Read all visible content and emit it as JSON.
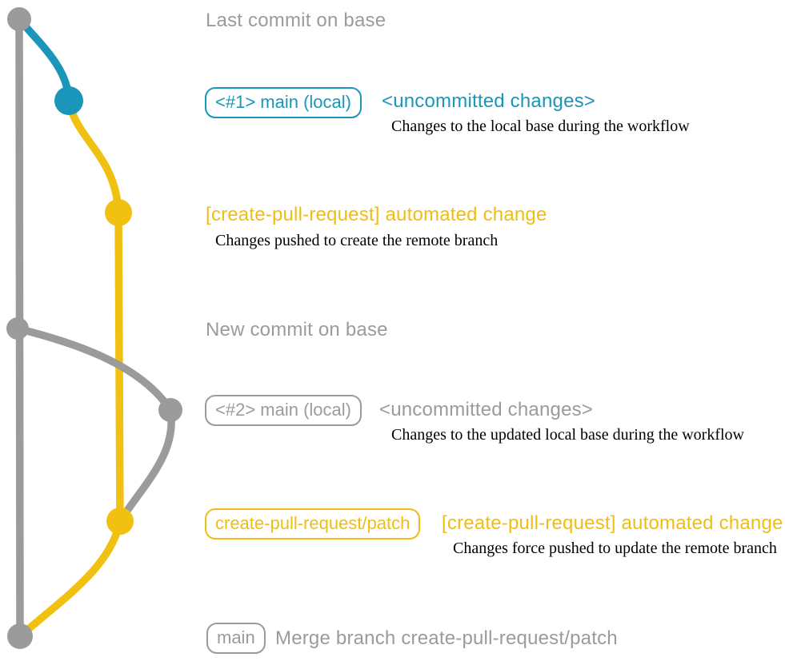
{
  "colors": {
    "teal": "#1996BA",
    "gold_text": "#F0BD15",
    "gold_line": "#F0C110",
    "gray": "#9B9B9B",
    "ink": "#000000",
    "bg": "#FFFFFF"
  },
  "graph": {
    "branches": [
      {
        "name": "base",
        "color": "gray"
      },
      {
        "name": "main-local-1",
        "color": "teal"
      },
      {
        "name": "create-pull-request-patch",
        "color": "gold"
      }
    ],
    "commits": [
      {
        "id": "last-commit-on-base",
        "color": "gray"
      },
      {
        "id": "main-local-1-uncommitted",
        "color": "teal"
      },
      {
        "id": "automated-change-1",
        "color": "gold"
      },
      {
        "id": "new-commit-on-base",
        "color": "gray"
      },
      {
        "id": "main-local-2-uncommitted",
        "color": "gray"
      },
      {
        "id": "automated-change-2",
        "color": "gold"
      },
      {
        "id": "merge-commit",
        "color": "gray"
      }
    ]
  },
  "annotations": {
    "row1": {
      "label": "Last commit on base"
    },
    "row2": {
      "badge": "<#1> main (local)",
      "title": "<uncommitted changes>",
      "desc": "Changes to the local base during the workflow"
    },
    "row3": {
      "title": "[create-pull-request] automated change",
      "desc": "Changes pushed to create the remote branch"
    },
    "row4": {
      "label": "New commit on base"
    },
    "row5": {
      "badge": "<#2> main (local)",
      "title": "<uncommitted changes>",
      "desc": "Changes to the updated local base during the workflow"
    },
    "row6": {
      "badge": "create-pull-request/patch",
      "title": "[create-pull-request] automated change",
      "desc": "Changes force pushed to update the remote branch"
    },
    "row7": {
      "badge": "main",
      "label": "Merge branch create-pull-request/patch"
    }
  }
}
